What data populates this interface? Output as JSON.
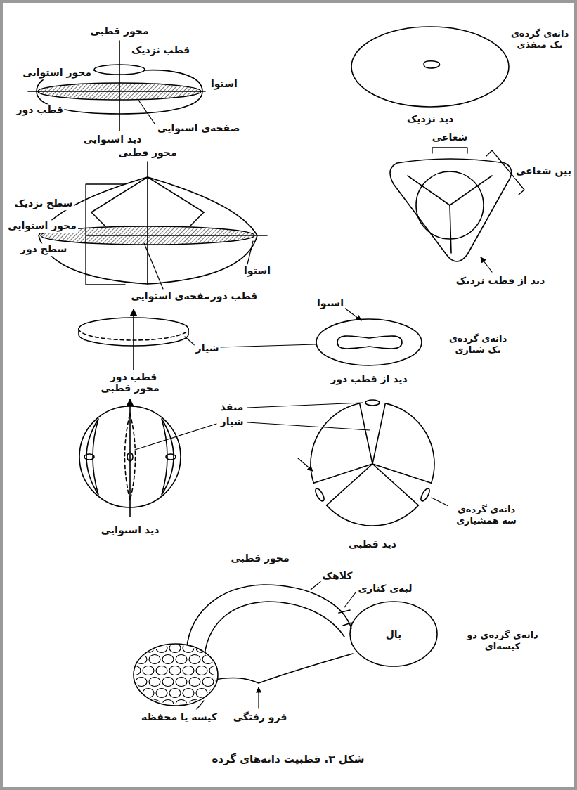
{
  "diagram": {
    "caption": "شکل ۳. قطبیت دانه‌های گرده",
    "labels": [
      "محور قطبی",
      "قطب نزدیک",
      "محور استوایی",
      "استوا",
      "قطب دور",
      "صفحه‌ی استوایی",
      "دید استوایی",
      "دانه‌ی گرده‌ی تک منفذی",
      "دید نزدیک",
      "محور قطبی",
      "سطح نزدیک",
      "محور استوایی",
      "سطح دور",
      "استوا",
      "صفحه‌ی استوایی",
      "قطب دور",
      "شعاعی",
      "بین شعاعی",
      "دید از قطب نزدیک",
      "استوا",
      "شیار",
      "دانه‌ی گرده‌ی تک شیاری",
      "قطب دور",
      "دید از قطب دور",
      "محور قطبی",
      "منفذ",
      "شیار",
      "دانه‌ی گرده‌ی سه همشیاری",
      "دید استوایی",
      "دید قطبی",
      "محور قطبی",
      "کلاهک",
      "لبه‌ی کناری",
      "بال",
      "دانه‌ی گرده‌ی دو کیسه‌ای",
      "کیسه یا محفظه",
      "فرو رفتگی"
    ]
  }
}
